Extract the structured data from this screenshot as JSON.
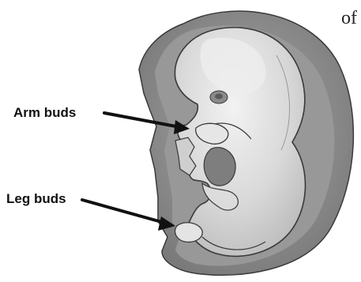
{
  "figure": {
    "subject": "embryo-with-limb-buds",
    "colors": {
      "sac_outer": "#7f7f7f",
      "sac_inner": "#9b9b9b",
      "embryo": "#d6d6d6",
      "embryo_highlight": "#efefef",
      "outline": "#3a3a3a",
      "arrow": "#111111",
      "background": "#ffffff"
    }
  },
  "labels": {
    "arm_buds": "Arm buds",
    "leg_buds": "Leg buds"
  },
  "page_text": {
    "corner_fragment": "of"
  }
}
